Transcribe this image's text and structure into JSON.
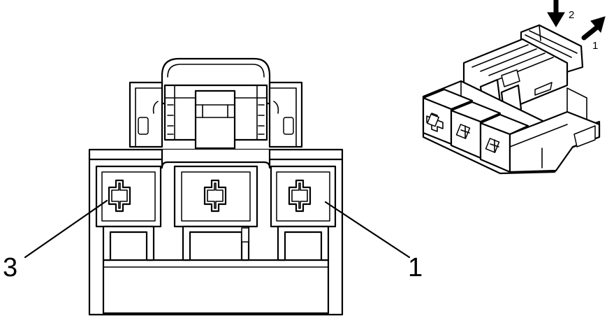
{
  "callouts": {
    "left": "3",
    "right": "1"
  },
  "arrows": {
    "press": "2",
    "pull": "1"
  }
}
